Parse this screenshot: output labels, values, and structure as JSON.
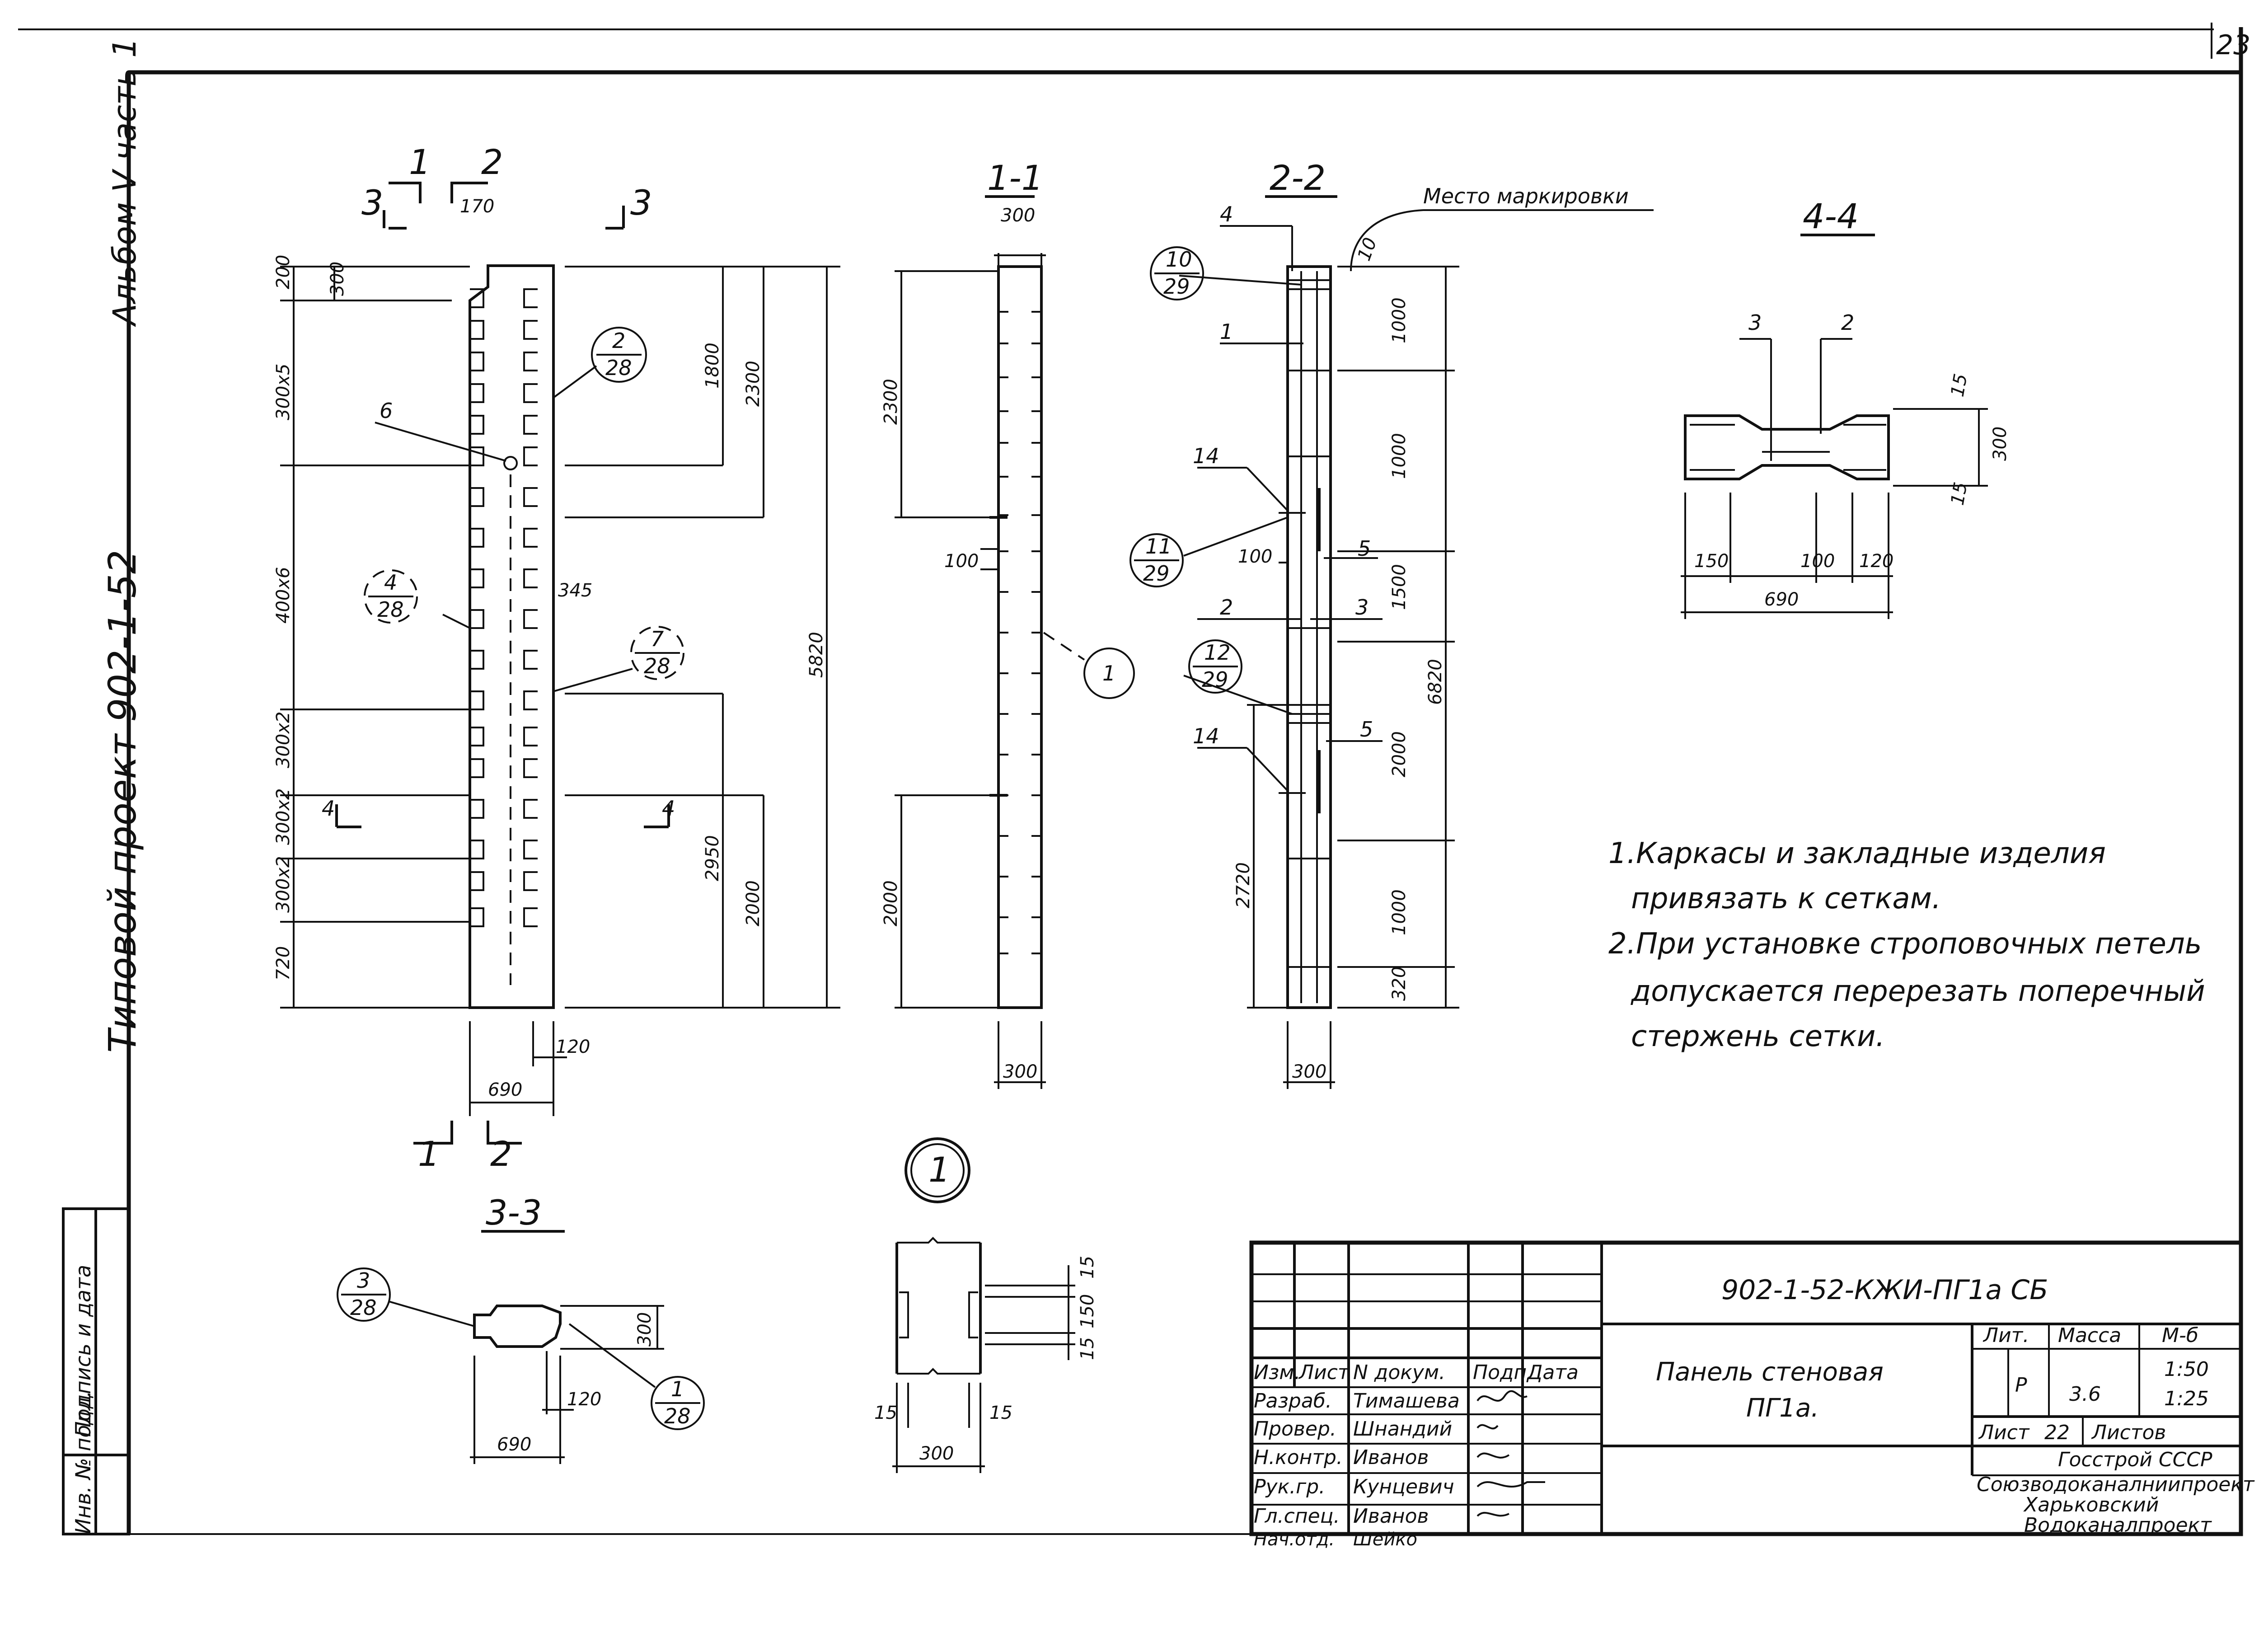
{
  "page_number": "23",
  "side_texts": {
    "album": "Альбом V часть 1",
    "project": "Типовой проект  902-1-52",
    "stamp_signature": "Подпись и дата",
    "stamp_inv": "Инв. № подл."
  },
  "section_titles": [
    "1-1",
    "2-2",
    "4-4",
    "3-3"
  ],
  "marking_place": "Место маркировки",
  "elevation": {
    "cuts": [
      "1",
      "2",
      "3",
      "3",
      "4",
      "4",
      "1",
      "2"
    ],
    "dims": [
      "170",
      "300",
      "200",
      "300х5",
      "1800",
      "2300",
      "400х6",
      "345",
      "300х2",
      "300х2",
      "300х2",
      "5820",
      "2950",
      "2000",
      "720",
      "690",
      "120"
    ],
    "leaders": [
      "6"
    ],
    "callouts": [
      {
        "num": "2",
        "den": "28"
      },
      {
        "num": "4",
        "den": "28"
      },
      {
        "num": "7",
        "den": "28"
      }
    ]
  },
  "section_1_1": {
    "dims": [
      "300",
      "2300",
      "100",
      "2000",
      "300"
    ],
    "marker": "1"
  },
  "section_2_2": {
    "leaders": [
      "4",
      "1",
      "14",
      "2",
      "3",
      "5",
      "5",
      "14",
      "10"
    ],
    "dims": [
      "1000",
      "1000",
      "1500",
      "2000",
      "1000",
      "320",
      "6820",
      "100",
      "2720",
      "300"
    ],
    "callouts": [
      {
        "num": "10",
        "den": "29"
      },
      {
        "num": "11",
        "den": "29"
      },
      {
        "num": "12",
        "den": "29"
      }
    ]
  },
  "section_4_4": {
    "leaders": [
      "3",
      "2"
    ],
    "dims": [
      "15",
      "300",
      "15",
      "150",
      "100",
      "120",
      "690"
    ]
  },
  "section_3_3": {
    "dims": [
      "300",
      "120",
      "690"
    ],
    "callouts": [
      {
        "num": "3",
        "den": "28"
      },
      {
        "num": "1",
        "den": "28"
      }
    ]
  },
  "detail_1": {
    "label": "1",
    "dims": [
      "15",
      "150",
      "15",
      "15",
      "15",
      "300"
    ]
  },
  "notes": [
    "1.Каркасы и закладные изделия",
    "привязать к сеткам.",
    "2.При установке строповочных петель",
    "допускается  перерезать поперечный",
    "стержень сетки."
  ],
  "title_block": {
    "code": "902-1-52-КЖИ-ПГ1а СБ",
    "name_line1": "Панель стеновая",
    "name_line2": "ПГ1а.",
    "col_headers": [
      "Изм.",
      "Лист",
      "N докум.",
      "Подп.",
      "Дата"
    ],
    "rows": [
      {
        "role": "Разраб.",
        "name": "Тимашева"
      },
      {
        "role": "Провер.",
        "name": "Шнандий"
      },
      {
        "role": "Н.контр.",
        "name": "Иванов"
      },
      {
        "role": "Рук.гр.",
        "name": "Кунцевич"
      },
      {
        "role": "Гл.спец.",
        "name": "Иванов"
      },
      {
        "role": "Нач.отд.",
        "name": "Шейко"
      }
    ],
    "lit_header": "Лит.",
    "mass_header": "Масса",
    "scale_header": "М-б",
    "lit": "Р",
    "mass": "3.6",
    "scale1": "1:50",
    "scale2": "1:25",
    "sheet_label": "Лист",
    "sheet_no": "22",
    "sheets_label": "Листов",
    "org_lines": [
      "Госстрой СССР",
      "Союзводоканалниипроект",
      "Харьковский",
      "Водоканалпроект"
    ]
  }
}
